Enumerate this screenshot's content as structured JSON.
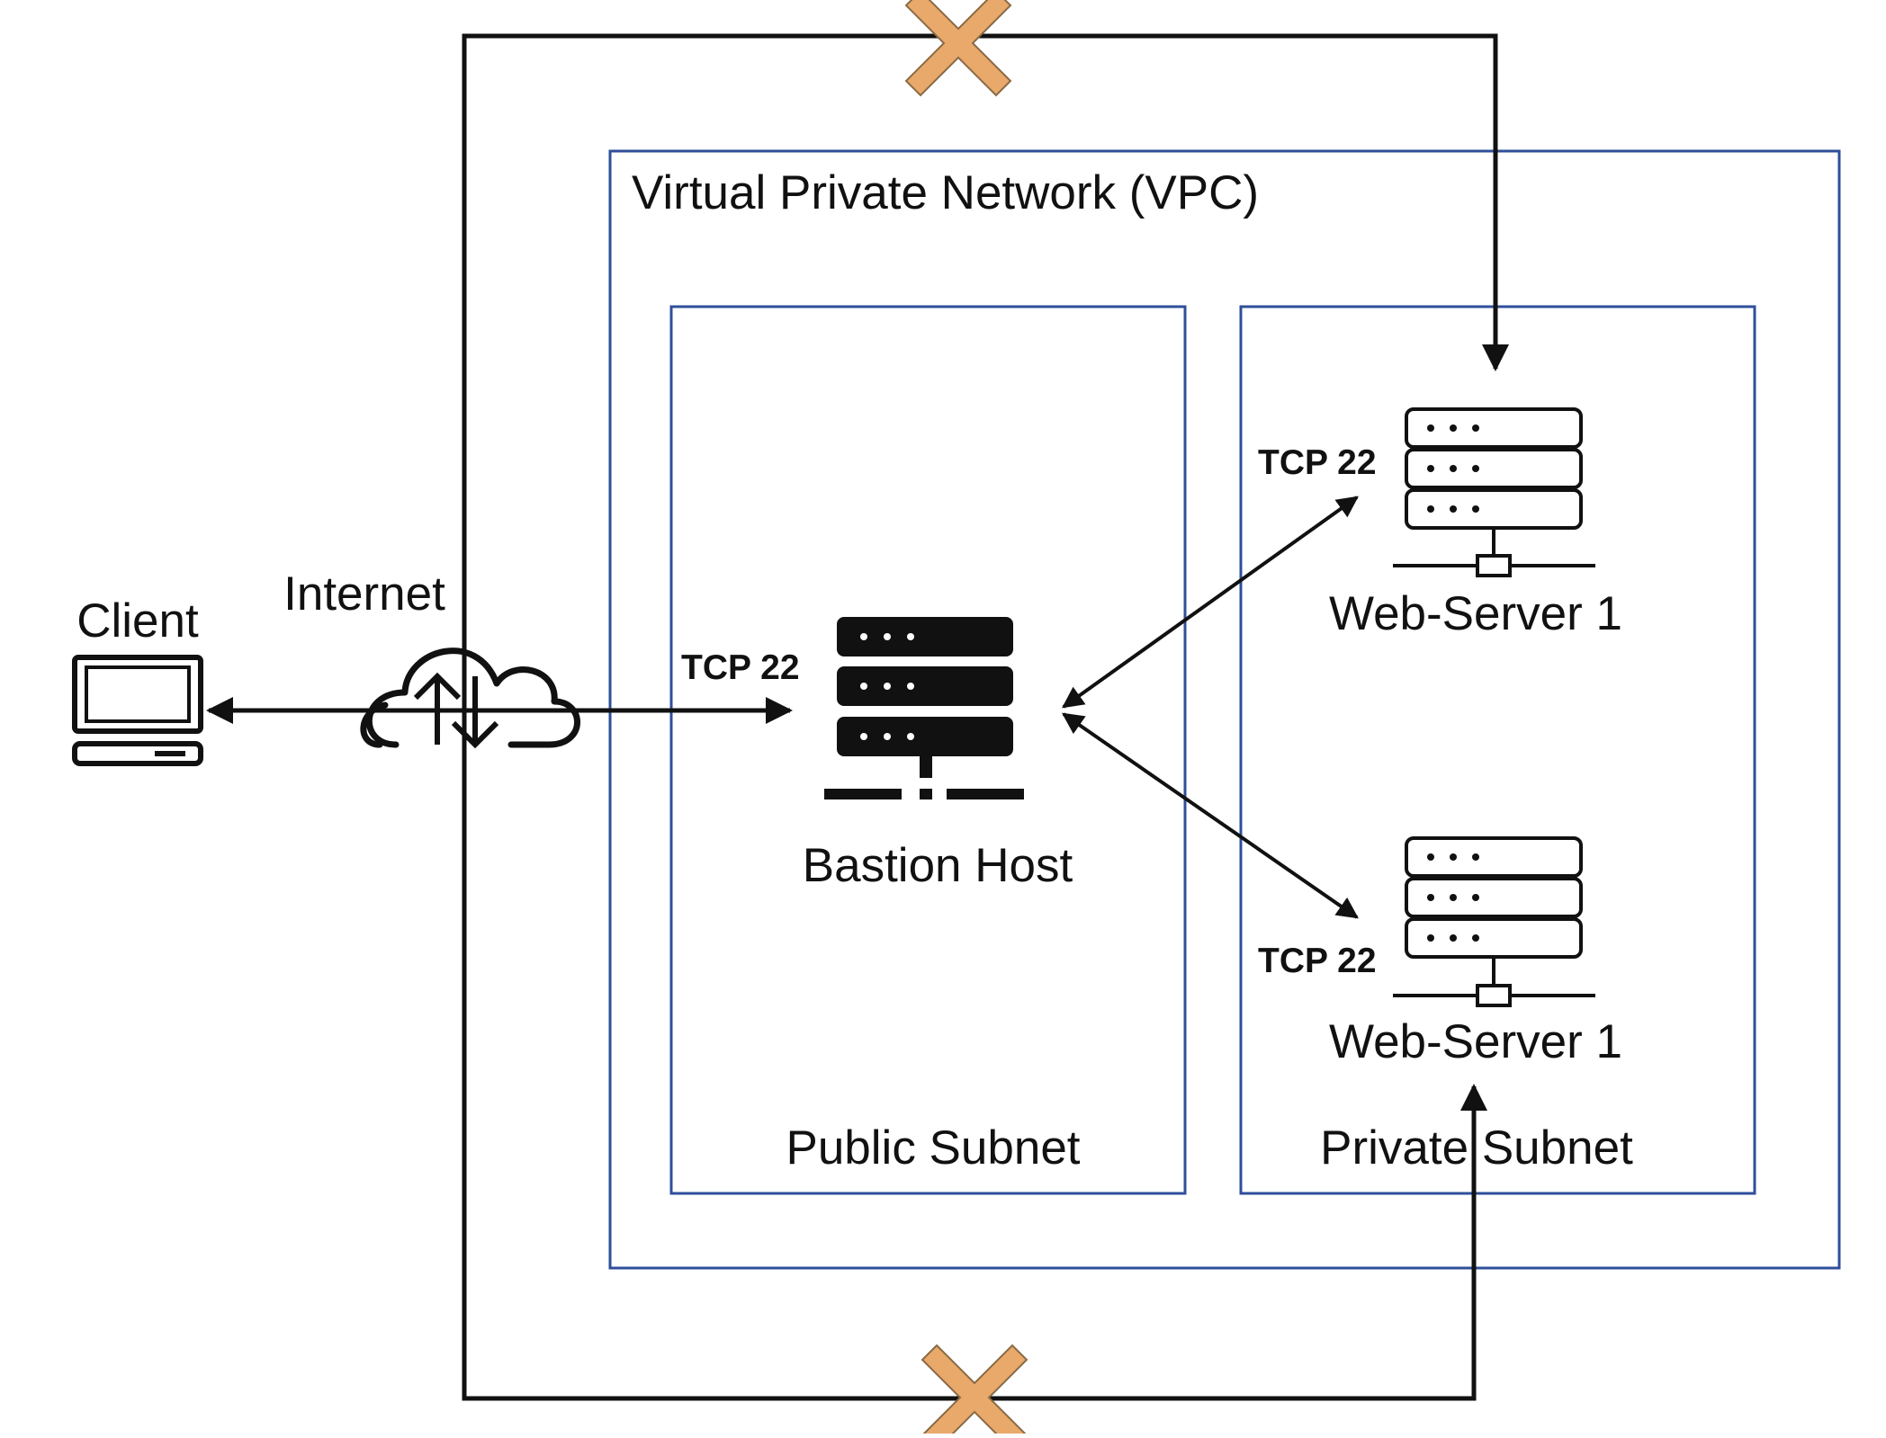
{
  "diagram": {
    "vpc": {
      "label": "Virtual Private Network (VPC)"
    },
    "public_subnet": {
      "label": "Public Subnet"
    },
    "private_subnet": {
      "label": "Private Subnet"
    },
    "client": {
      "label": "Client",
      "icon": "laptop-icon"
    },
    "internet": {
      "label": "Internet",
      "icon": "cloud-upload-download-icon"
    },
    "bastion_host": {
      "label": "Bastion Host",
      "port_label": "TCP 22",
      "icon": "server-icon"
    },
    "web_servers": [
      {
        "label": "Web-Server 1",
        "port_label": "TCP 22",
        "icon": "server-icon"
      },
      {
        "label": "Web-Server 1",
        "port_label": "TCP 22",
        "icon": "server-icon"
      }
    ],
    "blocked_marker": {
      "icon": "blocked-x-icon"
    },
    "colors": {
      "container_border": "#2f4f9a",
      "blocked_marker": "#e8a96b",
      "line": "#111111"
    }
  }
}
